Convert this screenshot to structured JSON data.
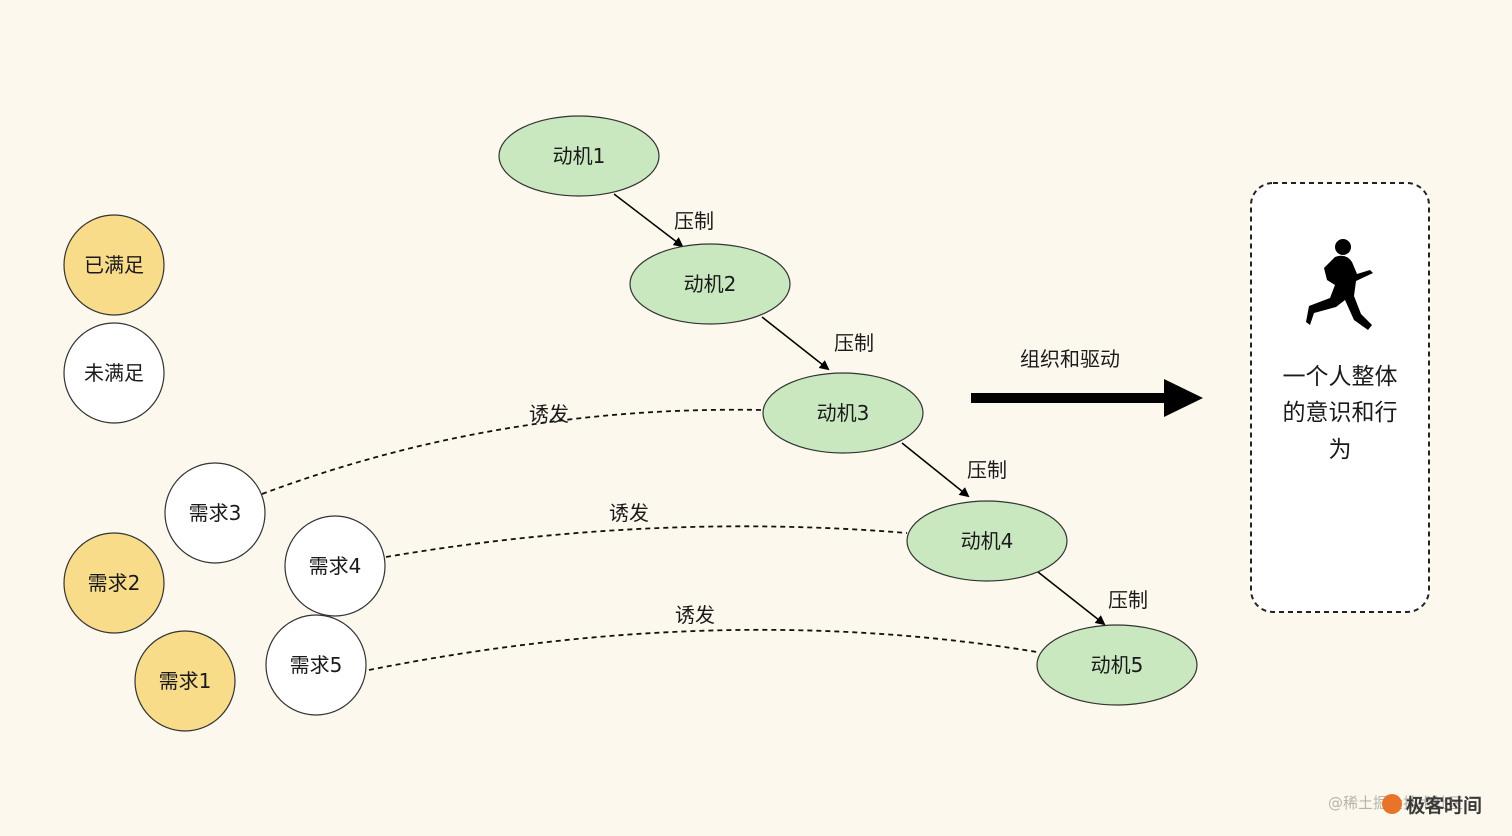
{
  "legend": {
    "satisfied": "已满足",
    "unsatisfied": "未满足"
  },
  "needs": {
    "n1": "需求1",
    "n2": "需求2",
    "n3": "需求3",
    "n4": "需求4",
    "n5": "需求5"
  },
  "motives": {
    "m1": "动机1",
    "m2": "动机2",
    "m3": "动机3",
    "m4": "动机4",
    "m5": "动机5"
  },
  "edges": {
    "suppress": "压制",
    "trigger": "诱发"
  },
  "drive_label": "组织和驱动",
  "result_panel": {
    "lines": [
      "一个人整体",
      "的意识和行",
      "为"
    ],
    "icon": "running-person-icon"
  },
  "watermark": {
    "left": "@稀土掘金技术社区",
    "brand": "极客时间"
  },
  "colors": {
    "satisfied_fill": "#f9dc8a",
    "unsatisfied_fill": "#ffffff",
    "motive_fill": "#c9e8c0",
    "background": "#fcf8ee"
  }
}
